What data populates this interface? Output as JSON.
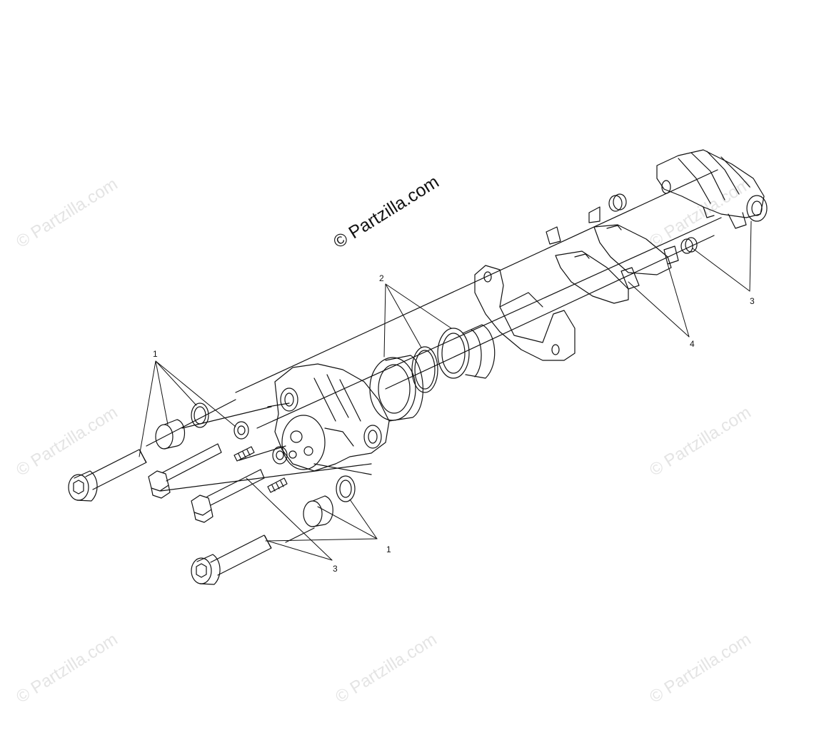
{
  "watermark": {
    "text": "© Partzilla.com",
    "main_text": "© Partzilla.com"
  },
  "callouts": {
    "c1_top": "1",
    "c1_bottom": "1",
    "c2": "2",
    "c3_right": "3",
    "c3_bottom": "3",
    "c4": "4"
  },
  "colors": {
    "line": "#111111",
    "watermark": "#e4e4e4",
    "background": "#ffffff"
  }
}
